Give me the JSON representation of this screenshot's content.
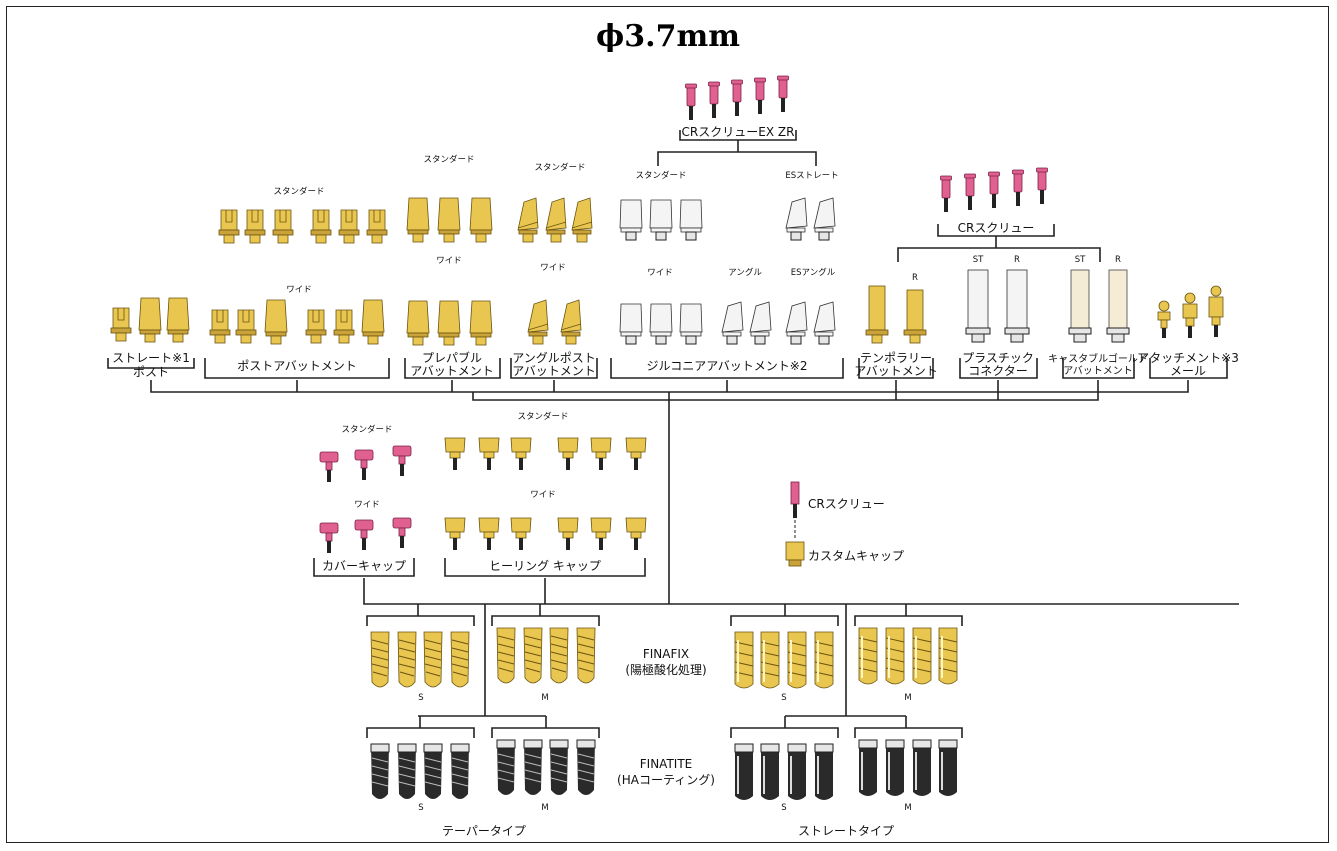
{
  "title": "ϕ3.7mm",
  "screws": {
    "cr_screw_ex_zr": "CRスクリューEX ZR",
    "cr_screw": "CRスクリュー",
    "cr_screw_small": "CRスクリュー",
    "custom_cap": "カスタムキャップ"
  },
  "abutments": {
    "straight_post": {
      "label_line1": "ストレート※1",
      "label_line2": "ポスト"
    },
    "post_abutment": {
      "label": "ポストアバットメント",
      "standard": "スタンダード",
      "wide": "ワイド"
    },
    "preparable": {
      "label_line1": "プレパブル",
      "label_line2": "アバットメント",
      "standard": "スタンダード",
      "wide": "ワイド"
    },
    "angle_post": {
      "label_line1": "アングルポスト",
      "label_line2": "アバットメント",
      "standard": "スタンダード",
      "wide": "ワイド"
    },
    "zirconia": {
      "label": "ジルコニアアバットメント※2",
      "standard": "スタンダード",
      "es_straight": "ESストレート",
      "wide": "ワイド",
      "angle": "アングル",
      "es_angle": "ESアングル"
    },
    "temporary": {
      "label_line1": "テンポラリー",
      "label_line2": "アバットメント",
      "r": "R"
    },
    "plastic": {
      "label_line1": "プラスチック",
      "label_line2": "コネクター",
      "st": "ST",
      "r": "R"
    },
    "castable": {
      "label_line1": "キャスタブルゴールド",
      "label_line2": "アバットメント",
      "st": "ST",
      "r": "R"
    },
    "attachment": {
      "label_line1": "アタッチメント※3",
      "label_line2": "メール"
    }
  },
  "caps": {
    "cover_cap": "カバーキャップ",
    "healing_cap": "ヒーリング キャップ",
    "standard": "スタンダード",
    "wide": "ワイド",
    "standard2": "スタンダード",
    "wide2": "ワイド"
  },
  "fixtures": {
    "finafix_line1": "FINAFIX",
    "finafix_line2": "(陽極酸化処理)",
    "finatite_line1": "FINATITE",
    "finatite_line2": "(HAコーティング)",
    "size_s": "S",
    "size_m": "M",
    "taper_type": "テーパータイプ",
    "straight_type": "ストレートタイプ"
  },
  "colors": {
    "gold": "#e9c64f",
    "pink": "#e0608f",
    "white": "#f4f4f4",
    "dark_implant": "#2a2a2a"
  }
}
